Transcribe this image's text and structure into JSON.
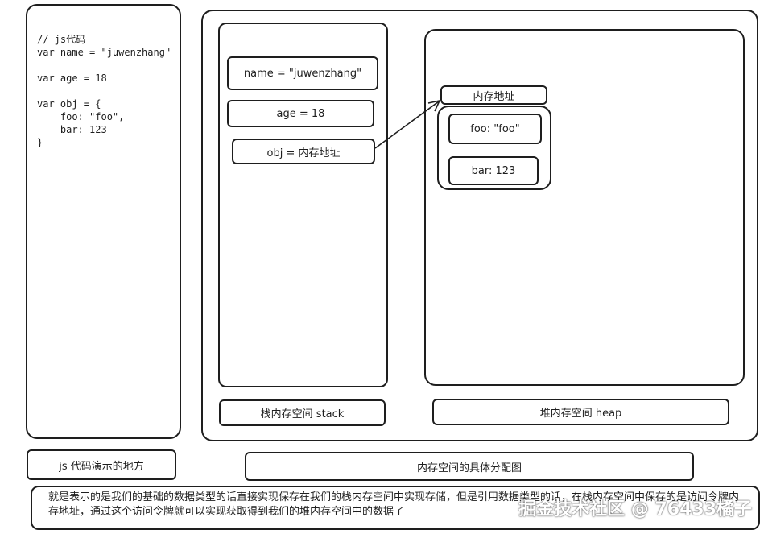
{
  "code_panel": {
    "lines": [
      "// js代码",
      "var name = \"juwenzhang\"",
      "",
      "var age = 18",
      "",
      "var obj = {",
      "    foo: \"foo\",",
      "    bar: 123",
      "}"
    ]
  },
  "stack": {
    "items": [
      "name = \"juwenzhang\"",
      "age = 18",
      "obj = 内存地址"
    ],
    "caption": "栈内存空间 stack"
  },
  "heap": {
    "address_label": "内存地址",
    "fields": [
      "foo: \"foo\"",
      "bar: 123"
    ],
    "caption": "堆内存空间 heap"
  },
  "captions": {
    "code_area": "js 代码演示的地方",
    "memory_area": "内存空间的具体分配图"
  },
  "description": "就是表示的是我们的基础的数据类型的话直接实现保存在我们的栈内存空间中实现存储，但是引用数据类型的话，在栈内存空间中保存的是访问令牌内存地址，通过这个访问令牌就可以实现获取得到我们的堆内存空间中的数据了",
  "watermark": "掘金技术社区 @ 76433橘子"
}
